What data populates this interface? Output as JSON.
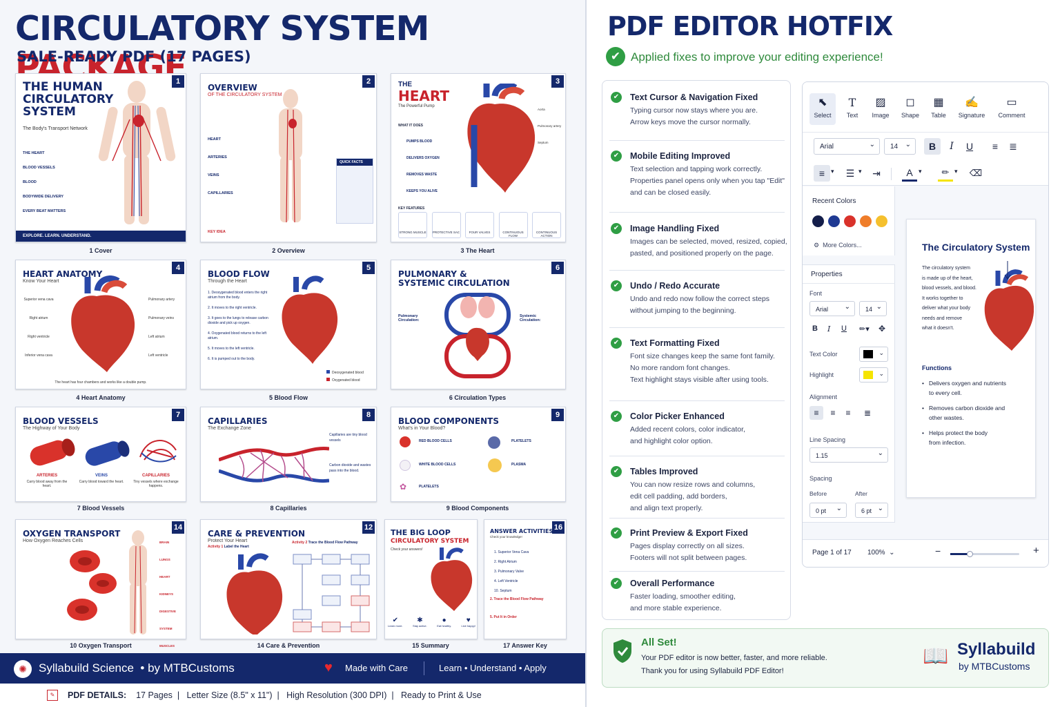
{
  "left": {
    "title_a": "CIRCULATORY SYSTEM",
    "title_b": "PACKAGE",
    "subtitle": "SALE-READY PDF (17 PAGES)",
    "pages": [
      {
        "n": "1",
        "cap": "1 Cover",
        "title": "THE HUMAN CIRCULATORY SYSTEM",
        "sub": "The Body's Transport Network",
        "items": [
          "THE HEART",
          "BLOOD VESSELS",
          "BLOOD",
          "BODYWIDE DELIVERY",
          "EVERY BEAT MATTERS"
        ],
        "footer": "EXPLORE. LEARN. UNDERSTAND."
      },
      {
        "n": "2",
        "cap": "2 Overview",
        "title": "OVERVIEW",
        "sub": "OF THE CIRCULATORY SYSTEM",
        "items": [
          "HEART",
          "ARTERIES",
          "VEINS",
          "CAPILLARIES"
        ],
        "box": "QUICK FACTS",
        "note": "KEY IDEA"
      },
      {
        "n": "3",
        "cap": "3 The Heart",
        "title": "HEART",
        "pre": "THE",
        "sub": "The Powerful Pump",
        "what": "WHAT IT DOES",
        "items": [
          "PUMPS BLOOD",
          "DELIVERS OXYGEN",
          "REMOVES WASTE",
          "KEEPS YOU ALIVE"
        ],
        "feat": "KEY FEATURES",
        "feats": [
          "STRONG MUSCLE",
          "PROTECTIVE SAC",
          "FOUR VALVES",
          "CONTINUOUS FLOW",
          "CONTINUOUS ACTION"
        ],
        "labels": [
          "Aorta",
          "Pulmonary artery",
          "Septum"
        ]
      },
      {
        "n": "4",
        "cap": "4 Heart Anatomy",
        "title": "HEART ANATOMY",
        "sub": "Know Your Heart",
        "labels": [
          "Superior vena cava",
          "Right atrium",
          "Right ventricle",
          "Inferior vena cava",
          "Pulmonary artery",
          "Pulmonary veins",
          "Left atrium",
          "Left ventricle"
        ],
        "foot": "The heart has four chambers and works like a double pump."
      },
      {
        "n": "5",
        "cap": "5 Blood Flow",
        "title": "BLOOD FLOW",
        "sub": "Through the Heart",
        "steps": [
          "1. Deoxygenated blood enters the right atrium from the body.",
          "2. It moves to the right ventricle.",
          "3. It goes to the lungs to release carbon dioxide and pick up oxygen.",
          "4. Oxygenated blood returns to the left atrium.",
          "5. It moves to the left ventricle.",
          "6. It is pumped out to the body."
        ],
        "legend": [
          "Deoxygenated blood",
          "Oxygenated blood"
        ]
      },
      {
        "n": "6",
        "cap": "6 Circulation Types",
        "title": "PULMONARY & SYSTEMIC CIRCULATION",
        "l1": "Pulmonary Circulation:",
        "l2": "Systemic Circulation:"
      },
      {
        "n": "7",
        "cap": "7 Blood Vessels",
        "title": "BLOOD VESSELS",
        "sub": "The Highway of Your Body",
        "types": [
          {
            "name": "ARTERIES",
            "d": "Carry blood away from the heart."
          },
          {
            "name": "VEINS",
            "d": "Carry blood toward the heart."
          },
          {
            "name": "CAPILLARIES",
            "d": "Tiny vessels where exchange happens."
          }
        ]
      },
      {
        "n": "8",
        "cap": "8 Capillaries",
        "title": "CAPILLARIES",
        "sub": "The Exchange Zone",
        "t1": "Capillaries are tiny blood vessels",
        "t2": "Carbon dioxide and wastes pass into the blood."
      },
      {
        "n": "9",
        "cap": "9 Blood Components",
        "title": "BLOOD COMPONENTS",
        "sub": "What's in Your Blood?",
        "items": [
          "RED BLOOD CELLS",
          "PLATELETS",
          "WHITE BLOOD CELLS",
          "PLASMA",
          "PLATELETS"
        ]
      },
      {
        "n": "14",
        "cap": "10 Oxygen Transport",
        "title": "OXYGEN TRANSPORT",
        "sub": "How Oxygen Reaches Cells",
        "organs": [
          "BRAIN",
          "LUNGS",
          "HEART",
          "KIDNEYS",
          "DIGESTIVE SYSTEM",
          "MUSCLES"
        ]
      },
      {
        "n": "12",
        "cap": "14 Care & Prevention",
        "title": "CARE & PREVENTION",
        "sub": "Protect Your Heart",
        "a1": "Activity 1",
        "a1t": "Label the Heart",
        "a2": "Activity 2",
        "a2t": "Trace the Blood Flow Pathway"
      },
      {
        "n": "",
        "cap": "15 Summary",
        "title": "THE BIG LOOP",
        "title2": "CIRCULATORY SYSTEM",
        "sub": "Check your answers!",
        "icons": [
          "Learn more.",
          "Stay active.",
          "Eat healthy.",
          "Live happy!"
        ]
      },
      {
        "n": "16",
        "cap": "17 Answer Key",
        "title": "ANSWER ACTIVITIES",
        "sub": "Check your knowledge!",
        "items": [
          "1. Superior Vena Cava",
          "2. Right Atrium",
          "3. Pulmonary Valve",
          "4. Left Ventricle",
          "10. Septum"
        ],
        "s2": "2. Trace the Blood Flow Pathway",
        "s3": "5. Put It in Order"
      }
    ],
    "footer": {
      "brand": "Syllabuild Science",
      "by": "• by MTBCustoms",
      "made": "Made with Care",
      "tag": "Learn • Understand • Apply"
    },
    "details": {
      "label": "PDF DETAILS:",
      "pages": "17 Pages",
      "size": "Letter Size (8.5\" x 11\")",
      "res": "High Resolution (300 DPI)",
      "ready": "Ready to Print & Use"
    }
  },
  "right": {
    "title": "PDF EDITOR HOTFIX",
    "sub": "Applied fixes to improve your editing experience!",
    "fixes": [
      {
        "h": "Text Cursor & Navigation Fixed",
        "d": [
          "Typing cursor now stays where you are.",
          "Arrow keys move the cursor normally."
        ]
      },
      {
        "h": "Mobile Editing Improved",
        "d": [
          "Text selection and tapping work correctly.",
          "Properties panel opens only when you tap \"Edit\"",
          "and can be closed easily."
        ]
      },
      {
        "h": "Image Handling Fixed",
        "d": [
          "Images can be selected, moved, resized, copied,",
          "pasted, and positioned properly on the page."
        ]
      },
      {
        "h": "Undo / Redo Accurate",
        "d": [
          "Undo and redo now follow the correct steps",
          "without jumping to the beginning."
        ]
      },
      {
        "h": "Text Formatting Fixed",
        "d": [
          "Font size changes keep the same font family.",
          "No more random font changes.",
          "Text highlight stays visible after using tools."
        ]
      },
      {
        "h": "Color Picker Enhanced",
        "d": [
          "Added recent colors, color indicator,",
          "and highlight color option."
        ]
      },
      {
        "h": "Tables Improved",
        "d": [
          "You can now resize rows and columns,",
          "edit cell padding, add borders,",
          "and align text properly."
        ]
      },
      {
        "h": "Print Preview & Export Fixed",
        "d": [
          "Pages display correctly on all sizes.",
          "Footers will not split between pages."
        ]
      },
      {
        "h": "Overall Performance",
        "d": [
          "Faster loading, smoother editing,",
          "and more stable experience."
        ]
      }
    ],
    "editor": {
      "tools": [
        "Select",
        "Text",
        "Image",
        "Shape",
        "Table",
        "Signature",
        "Comment"
      ],
      "font": "Arial",
      "size": "14",
      "recent": "Recent Colors",
      "more": "More Colors...",
      "recent_colors": [
        "#141e4a",
        "#1f3a93",
        "#d9322b",
        "#ef7d2a",
        "#f5c02e"
      ],
      "props": "Properties",
      "font_lbl": "Font",
      "pfont": "Arial",
      "psize": "14",
      "text_color": "Text Color",
      "highlight": "Highlight",
      "align": "Alignment",
      "line": "Line Spacing",
      "line_v": "1.15",
      "spacing": "Spacing",
      "before": "Before",
      "after": "After",
      "before_v": "0 pt",
      "after_v": "6 pt",
      "page": "Page 1 of 17",
      "zoom": "100%",
      "doc_title": "The Circulatory System",
      "doc_body": [
        "The circulatory system",
        "is made up of the heart,",
        "blood vessels, and blood.",
        "It works together to",
        "deliver what your body",
        "needs and remove",
        "what it doesn't."
      ],
      "functions": "Functions",
      "bullets": [
        [
          "Delivers oxygen and nutrients",
          "to every cell."
        ],
        [
          "Removes carbon dioxide and",
          "other wastes."
        ],
        [
          "Helps protect the body",
          "from infection."
        ]
      ]
    },
    "done": {
      "h": "All Set!",
      "l1": "Your PDF editor is now better, faster, and more reliable.",
      "l2": "Thank you for using Syllabuild PDF Editor!"
    },
    "brand": {
      "name": "Syllabuild",
      "by": "by MTBCustoms"
    }
  }
}
